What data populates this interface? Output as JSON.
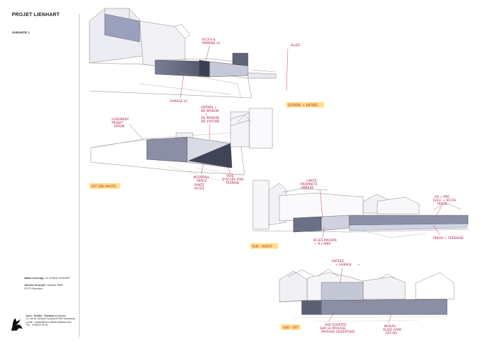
{
  "header": {
    "title": "PROJET LIENHART",
    "subtitle": "VARIANTE 1"
  },
  "client": {
    "owner_label": "Maître d'ouvrage",
    "owner_value": "M. et Mme LIENHART",
    "address_label": "Adresse du projet",
    "address_line1": "impasse Ritter",
    "address_line2": "67170 Oberlaurn"
  },
  "firm": {
    "name": "Clerc - Délofts - Thiébaut",
    "role": "Architectes",
    "address": "12, rue du Général Gourand 67000 Strasbourg",
    "email": "e-mail : contact@clerc-delofts-thiebaut.com",
    "tel": "TEL : 03 88 61 00 00"
  },
  "annotations": {
    "v1": [
      "ACCES &",
      "PARKING x2",
      "GARAGE x2",
      "ALLÉE",
      "EXTRÉM. + ENTRÉE"
    ],
    "v2": [
      "ENTRÉE +",
      "DE MAISON",
      "+",
      "DE MAISON",
      "DE VOITURE",
      "LOGEMENT",
      "PROJET",
      "VOISIN",
      "NOUVEAU",
      "PERCÉ",
      "SANTE",
      "ACCÈS",
      "VOIE",
      "D'ACCÈS VOIE",
      "TERRAIN",
      "EST (EN HAUTE)"
    ],
    "v3": [
      "LIMITE",
      "PROPRIÉTÉ",
      "ANNEXE",
      "ACCÈS MAISON",
      "+ À L'ABRI",
      "OS + PRÉ",
      "ÉLEV. + ACCÈS",
      "PENTE...",
      "PRÉAU + TERRASSE",
      "SUD - OUEST"
    ],
    "v4": [
      "ENTRÉE",
      "+ GARAGE",
      "+",
      "VUE OUVERTE",
      "SUR LE PAYSAGE",
      "PAYSAGE OUVERTURE",
      "NIVEAU",
      "ALLÉE GARE",
      "EST-OU",
      "SUD - EST"
    ]
  }
}
